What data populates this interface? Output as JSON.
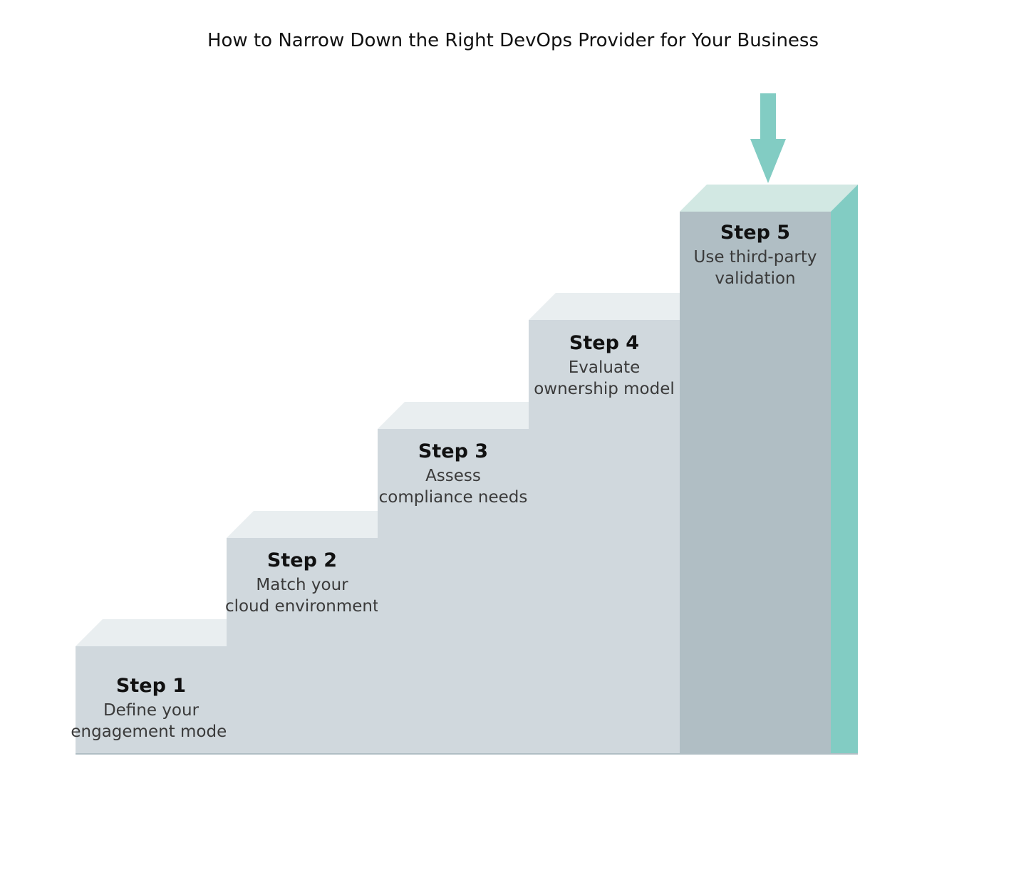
{
  "title": "How to Narrow Down the Right DevOps Provider for Your Business",
  "colors": {
    "step_face": "#d0d8dd",
    "step_top": "#e9eef0",
    "highlight_face": "#b0bec4",
    "highlight_top": "#d2e8e3",
    "highlight_side": "#82ccc3",
    "arrow": "#82ccc3",
    "baseline": "#b0bec4"
  },
  "steps": [
    {
      "title": "Step 1",
      "lines": [
        "Define your",
        "engagement model"
      ]
    },
    {
      "title": "Step 2",
      "lines": [
        "Match your",
        "cloud environment"
      ]
    },
    {
      "title": "Step 3",
      "lines": [
        "Assess",
        "compliance needs"
      ]
    },
    {
      "title": "Step 4",
      "lines": [
        "Evaluate",
        "ownership model"
      ]
    },
    {
      "title": "Step 5",
      "lines": [
        "Use third-party",
        "validation"
      ],
      "highlighted": true,
      "pointer_icon": "arrow-down-icon"
    }
  ]
}
